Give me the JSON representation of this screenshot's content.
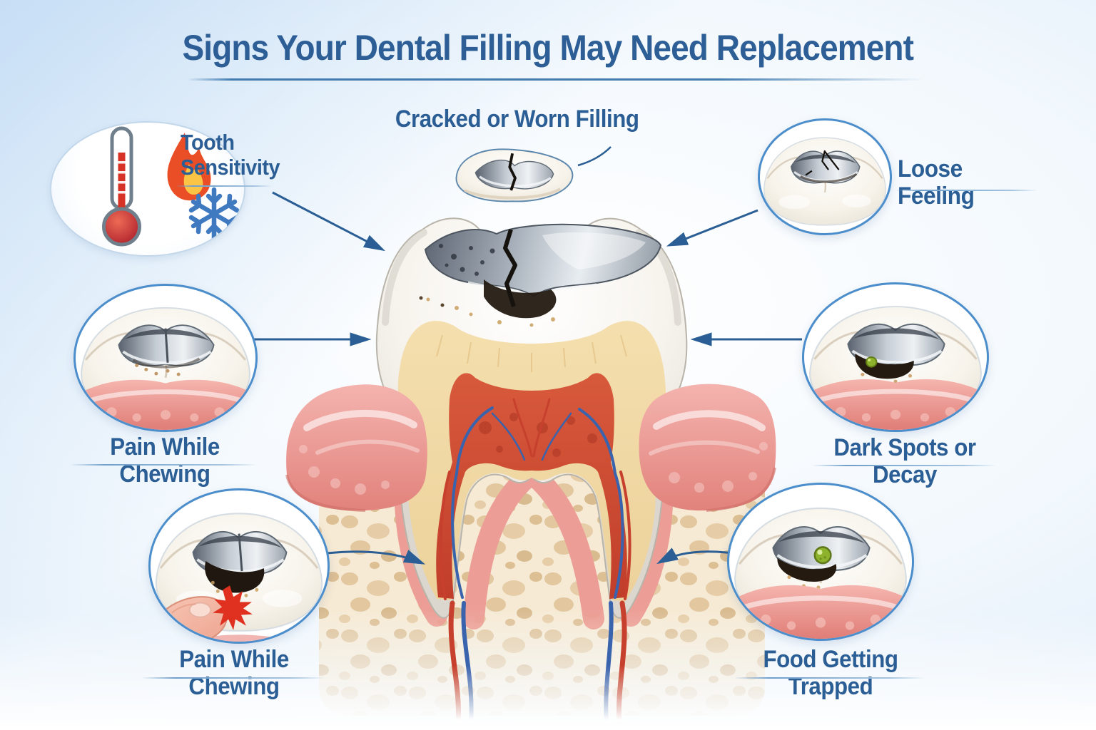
{
  "title": "Signs Your Dental Filling May Need Replacement",
  "callouts": {
    "tooth_sensitivity": {
      "label": "Tooth Sensitivity",
      "icons": [
        "thermometer-icon",
        "flame-icon",
        "snowflake-icon"
      ]
    },
    "cracked_or_worn_filling": {
      "label": "Cracked or Worn Filling"
    },
    "loose_feeling": {
      "label": "Loose Feeling"
    },
    "pain_while_chewing_left": {
      "label": "Pain While Chewing"
    },
    "dark_spots_or_decay": {
      "label": "Dark Spots or Decay"
    },
    "pain_while_chewing_bottom": {
      "label": "Pain While Chewing"
    },
    "food_getting_trapped": {
      "label": "Food Getting Trapped"
    }
  },
  "colors": {
    "accent_blue": "#2d5f96",
    "arrow_blue": "#2a5e94",
    "bubble_border": "#4c8ecb",
    "gum_pink": "#ec9a93",
    "pulp_red": "#d85a3c",
    "dentin_cream": "#f2dcab",
    "bone_cream": "#f6ead4",
    "filling_silver": "#9aa3ad",
    "decay_dark": "#241a12",
    "pea_green": "#8db32c"
  }
}
